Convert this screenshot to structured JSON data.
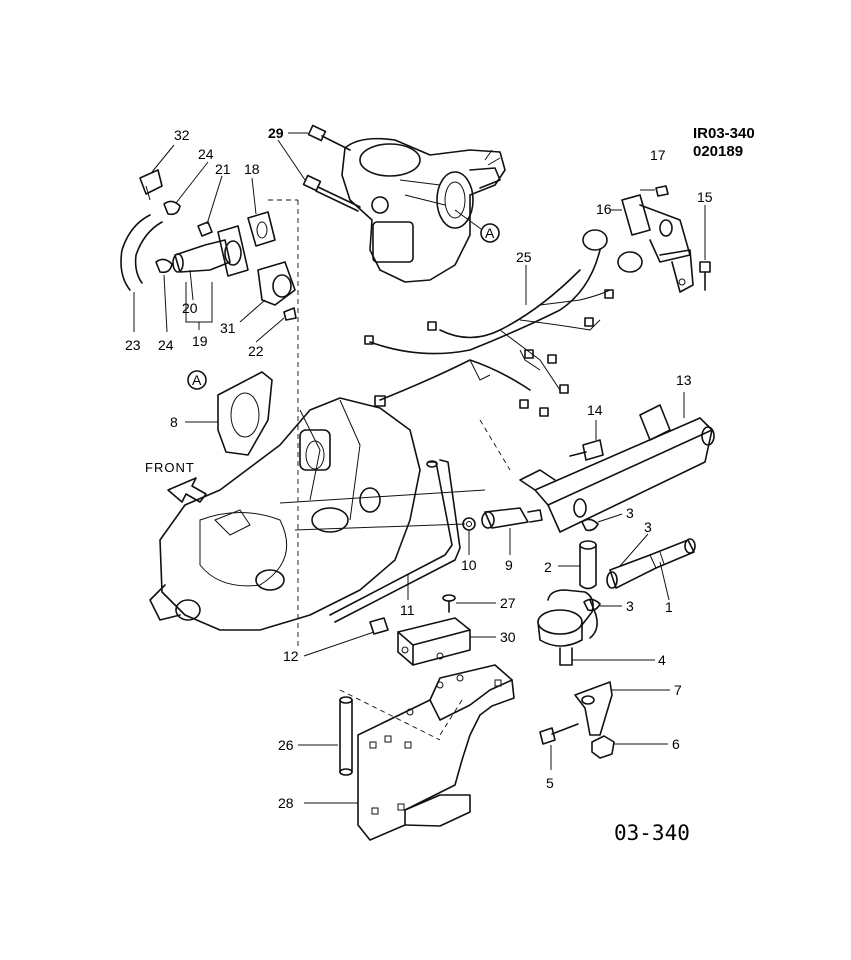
{
  "header": {
    "code": "IR03-340",
    "date": "020189"
  },
  "figure_number": "03-340",
  "front_label": "FRONT",
  "ref_marker": "A",
  "callouts": [
    {
      "key": "c1",
      "label": "1"
    },
    {
      "key": "c2",
      "label": "2"
    },
    {
      "key": "c3a",
      "label": "3"
    },
    {
      "key": "c3b",
      "label": "3"
    },
    {
      "key": "c3c",
      "label": "3"
    },
    {
      "key": "c4",
      "label": "4"
    },
    {
      "key": "c5",
      "label": "5"
    },
    {
      "key": "c6",
      "label": "6"
    },
    {
      "key": "c7",
      "label": "7"
    },
    {
      "key": "c8",
      "label": "8"
    },
    {
      "key": "c9",
      "label": "9"
    },
    {
      "key": "c10",
      "label": "10"
    },
    {
      "key": "c11",
      "label": "11"
    },
    {
      "key": "c12",
      "label": "12"
    },
    {
      "key": "c13",
      "label": "13"
    },
    {
      "key": "c14",
      "label": "14"
    },
    {
      "key": "c15",
      "label": "15"
    },
    {
      "key": "c16",
      "label": "16"
    },
    {
      "key": "c17",
      "label": "17"
    },
    {
      "key": "c18",
      "label": "18"
    },
    {
      "key": "c19",
      "label": "19"
    },
    {
      "key": "c20",
      "label": "20"
    },
    {
      "key": "c21",
      "label": "21"
    },
    {
      "key": "c22",
      "label": "22"
    },
    {
      "key": "c23",
      "label": "23"
    },
    {
      "key": "c24a",
      "label": "24"
    },
    {
      "key": "c24b",
      "label": "24"
    },
    {
      "key": "c25",
      "label": "25"
    },
    {
      "key": "c26",
      "label": "26"
    },
    {
      "key": "c27",
      "label": "27"
    },
    {
      "key": "c28",
      "label": "28"
    },
    {
      "key": "c29",
      "label": "29"
    },
    {
      "key": "c30",
      "label": "30"
    },
    {
      "key": "c31",
      "label": "31"
    },
    {
      "key": "c32",
      "label": "32"
    }
  ]
}
